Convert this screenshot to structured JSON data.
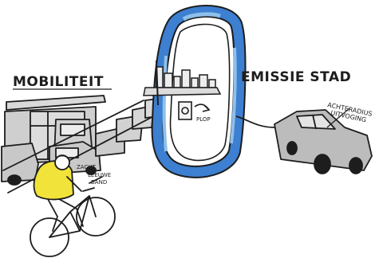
{
  "labels": {
    "mobility": "MOBILITEIT",
    "emission_city": "EMISSIE STAD",
    "rear_radius_line1": "ACHTERADIUS",
    "rear_radius_line2": "UITVOGING",
    "bike_line1": "ZACHT",
    "bike_line2": "LEEUWE",
    "bike_line3": "BAND",
    "plug_label": "PLOP"
  },
  "colors": {
    "ink": "#1d1d1d",
    "loop_blue": "#3d7fd0",
    "sky_blue": "#8ec0ec",
    "rider_yellow": "#f1e33a",
    "vehicle_grey": "#c8c8c8",
    "car_grey": "#bcbcbc"
  }
}
